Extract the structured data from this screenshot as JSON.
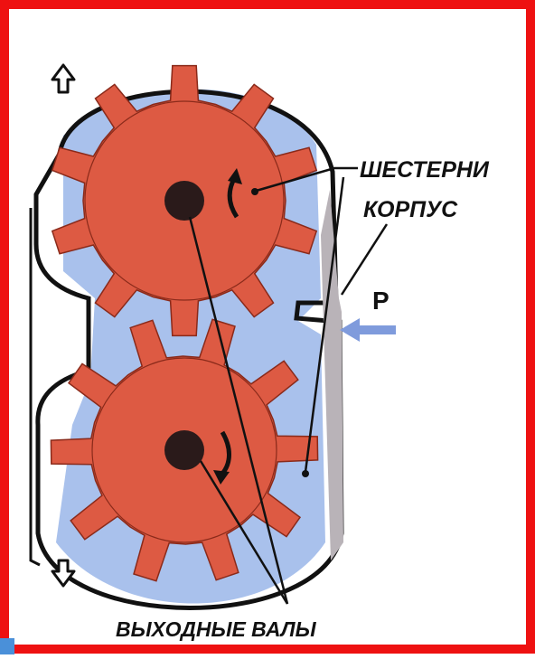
{
  "diagram": {
    "labels": {
      "gears": "ШЕСТЕРНИ",
      "housing": "КОРПУС",
      "pressure": "P",
      "output_shafts": "ВЫХОДНЫЕ ВАЛЫ"
    },
    "colors": {
      "border": "#ee1111",
      "gear": "#dd5a43",
      "gear_outline": "#8a2a1a",
      "hub": "#2a1a1a",
      "fluid": "#a9c1ec",
      "housing_fill": "#ffffff",
      "housing_outline": "#111111",
      "housing_wall": "#b9b3b8",
      "arrow_blue": "#7f9bdc"
    },
    "icons": {
      "top_flow": "arrow-up-icon",
      "bottom_flow": "arrow-down-icon",
      "upper_rotation": "rotation-arrow-up-icon",
      "lower_rotation": "rotation-arrow-down-icon"
    }
  }
}
